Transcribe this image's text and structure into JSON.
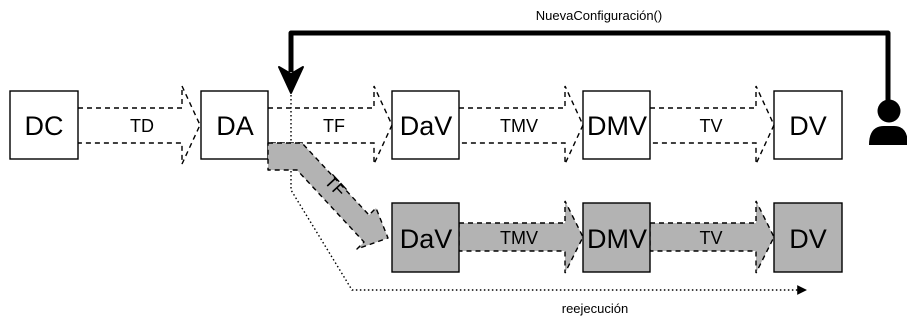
{
  "top_label": "NuevaConfiguración()",
  "bottom_label": "reejecución",
  "top_row": {
    "boxes": [
      "DC",
      "DA",
      "DaV",
      "DMV",
      "DV"
    ],
    "arrows": [
      "TD",
      "TF",
      "TMV",
      "TV"
    ]
  },
  "bottom_row": {
    "diagonal_arrow": "TF",
    "boxes": [
      "DaV",
      "DMV",
      "DV"
    ],
    "arrows": [
      "TMV",
      "TV"
    ]
  },
  "user_icon": "user-icon",
  "colors": {
    "highlight_fill": "#b3b3b3",
    "box_fill": "#ffffff",
    "stroke": "#000000"
  }
}
